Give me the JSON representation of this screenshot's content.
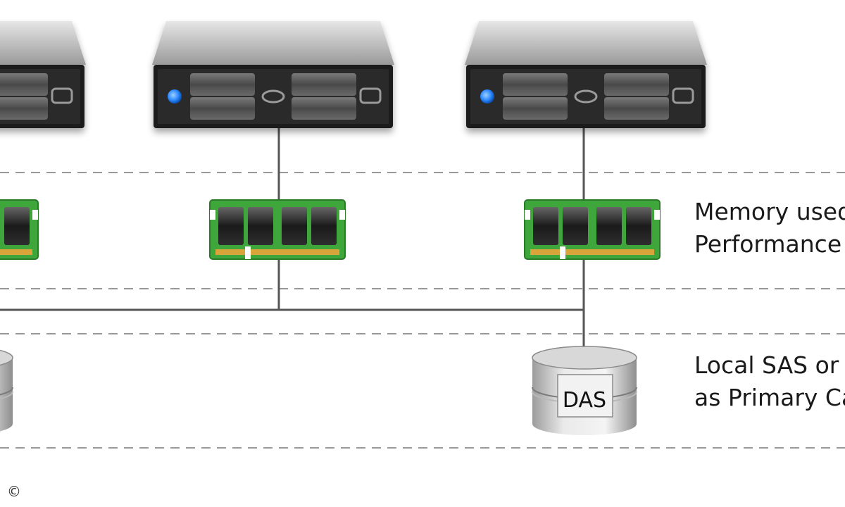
{
  "labels": {
    "memory_line1": "Memory used",
    "memory_line2": "Performance",
    "storage_line1": "Local SAS or",
    "storage_line2": "as Primary Ca",
    "das": "DAS",
    "copyright": "©"
  },
  "icons": [
    "server-icon",
    "memory-module-icon",
    "disk-stack-icon",
    "power-led-icon"
  ],
  "colors": {
    "server_body": "#1f1f1f",
    "server_top": "#c8c8c8",
    "power_led": "#2f8cff",
    "ram_pcb": "#3fa63c",
    "ram_chip": "#1a1a1a",
    "ram_contacts": "#d9a53a",
    "disk": "#c4c4c4",
    "connector": "#555555",
    "divider": "#999999"
  }
}
